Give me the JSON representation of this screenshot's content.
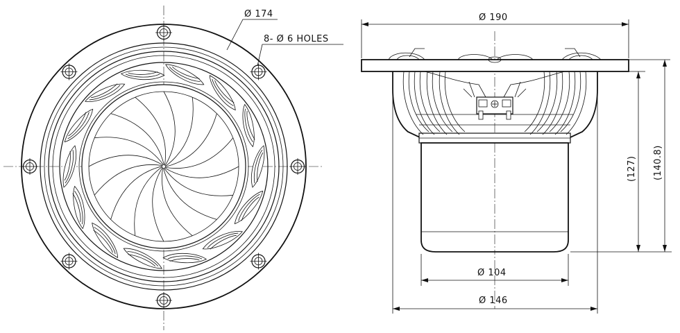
{
  "front_view": {
    "labels": {
      "flange_diameter": "Ø 174",
      "mounting_holes": "8- Ø 6 HOLES"
    },
    "mounting_hole_count": 8,
    "spoke_count": 16,
    "vane_count": 14
  },
  "side_view": {
    "labels": {
      "overall_diameter": "Ø 190",
      "magnet_diameter": "Ø 104",
      "basket_diameter": "Ø 146",
      "magnet_depth": "(127)",
      "overall_depth": "(140.8)"
    }
  },
  "colors": {
    "line": "#111111",
    "background": "#ffffff"
  }
}
